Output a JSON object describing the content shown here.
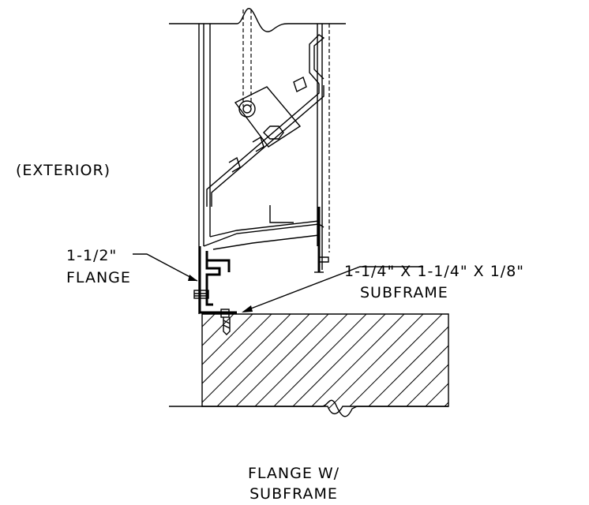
{
  "labels": {
    "exterior": "(EXTERIOR)",
    "flange_line1": "1-1/2\"",
    "flange_line2": "FLANGE",
    "subframe_line1": "1-1/4\" X 1-1/4\" X 1/8\"",
    "subframe_line2": "SUBFRAME",
    "title_line1": "FLANGE W/",
    "title_line2": "SUBFRAME"
  }
}
